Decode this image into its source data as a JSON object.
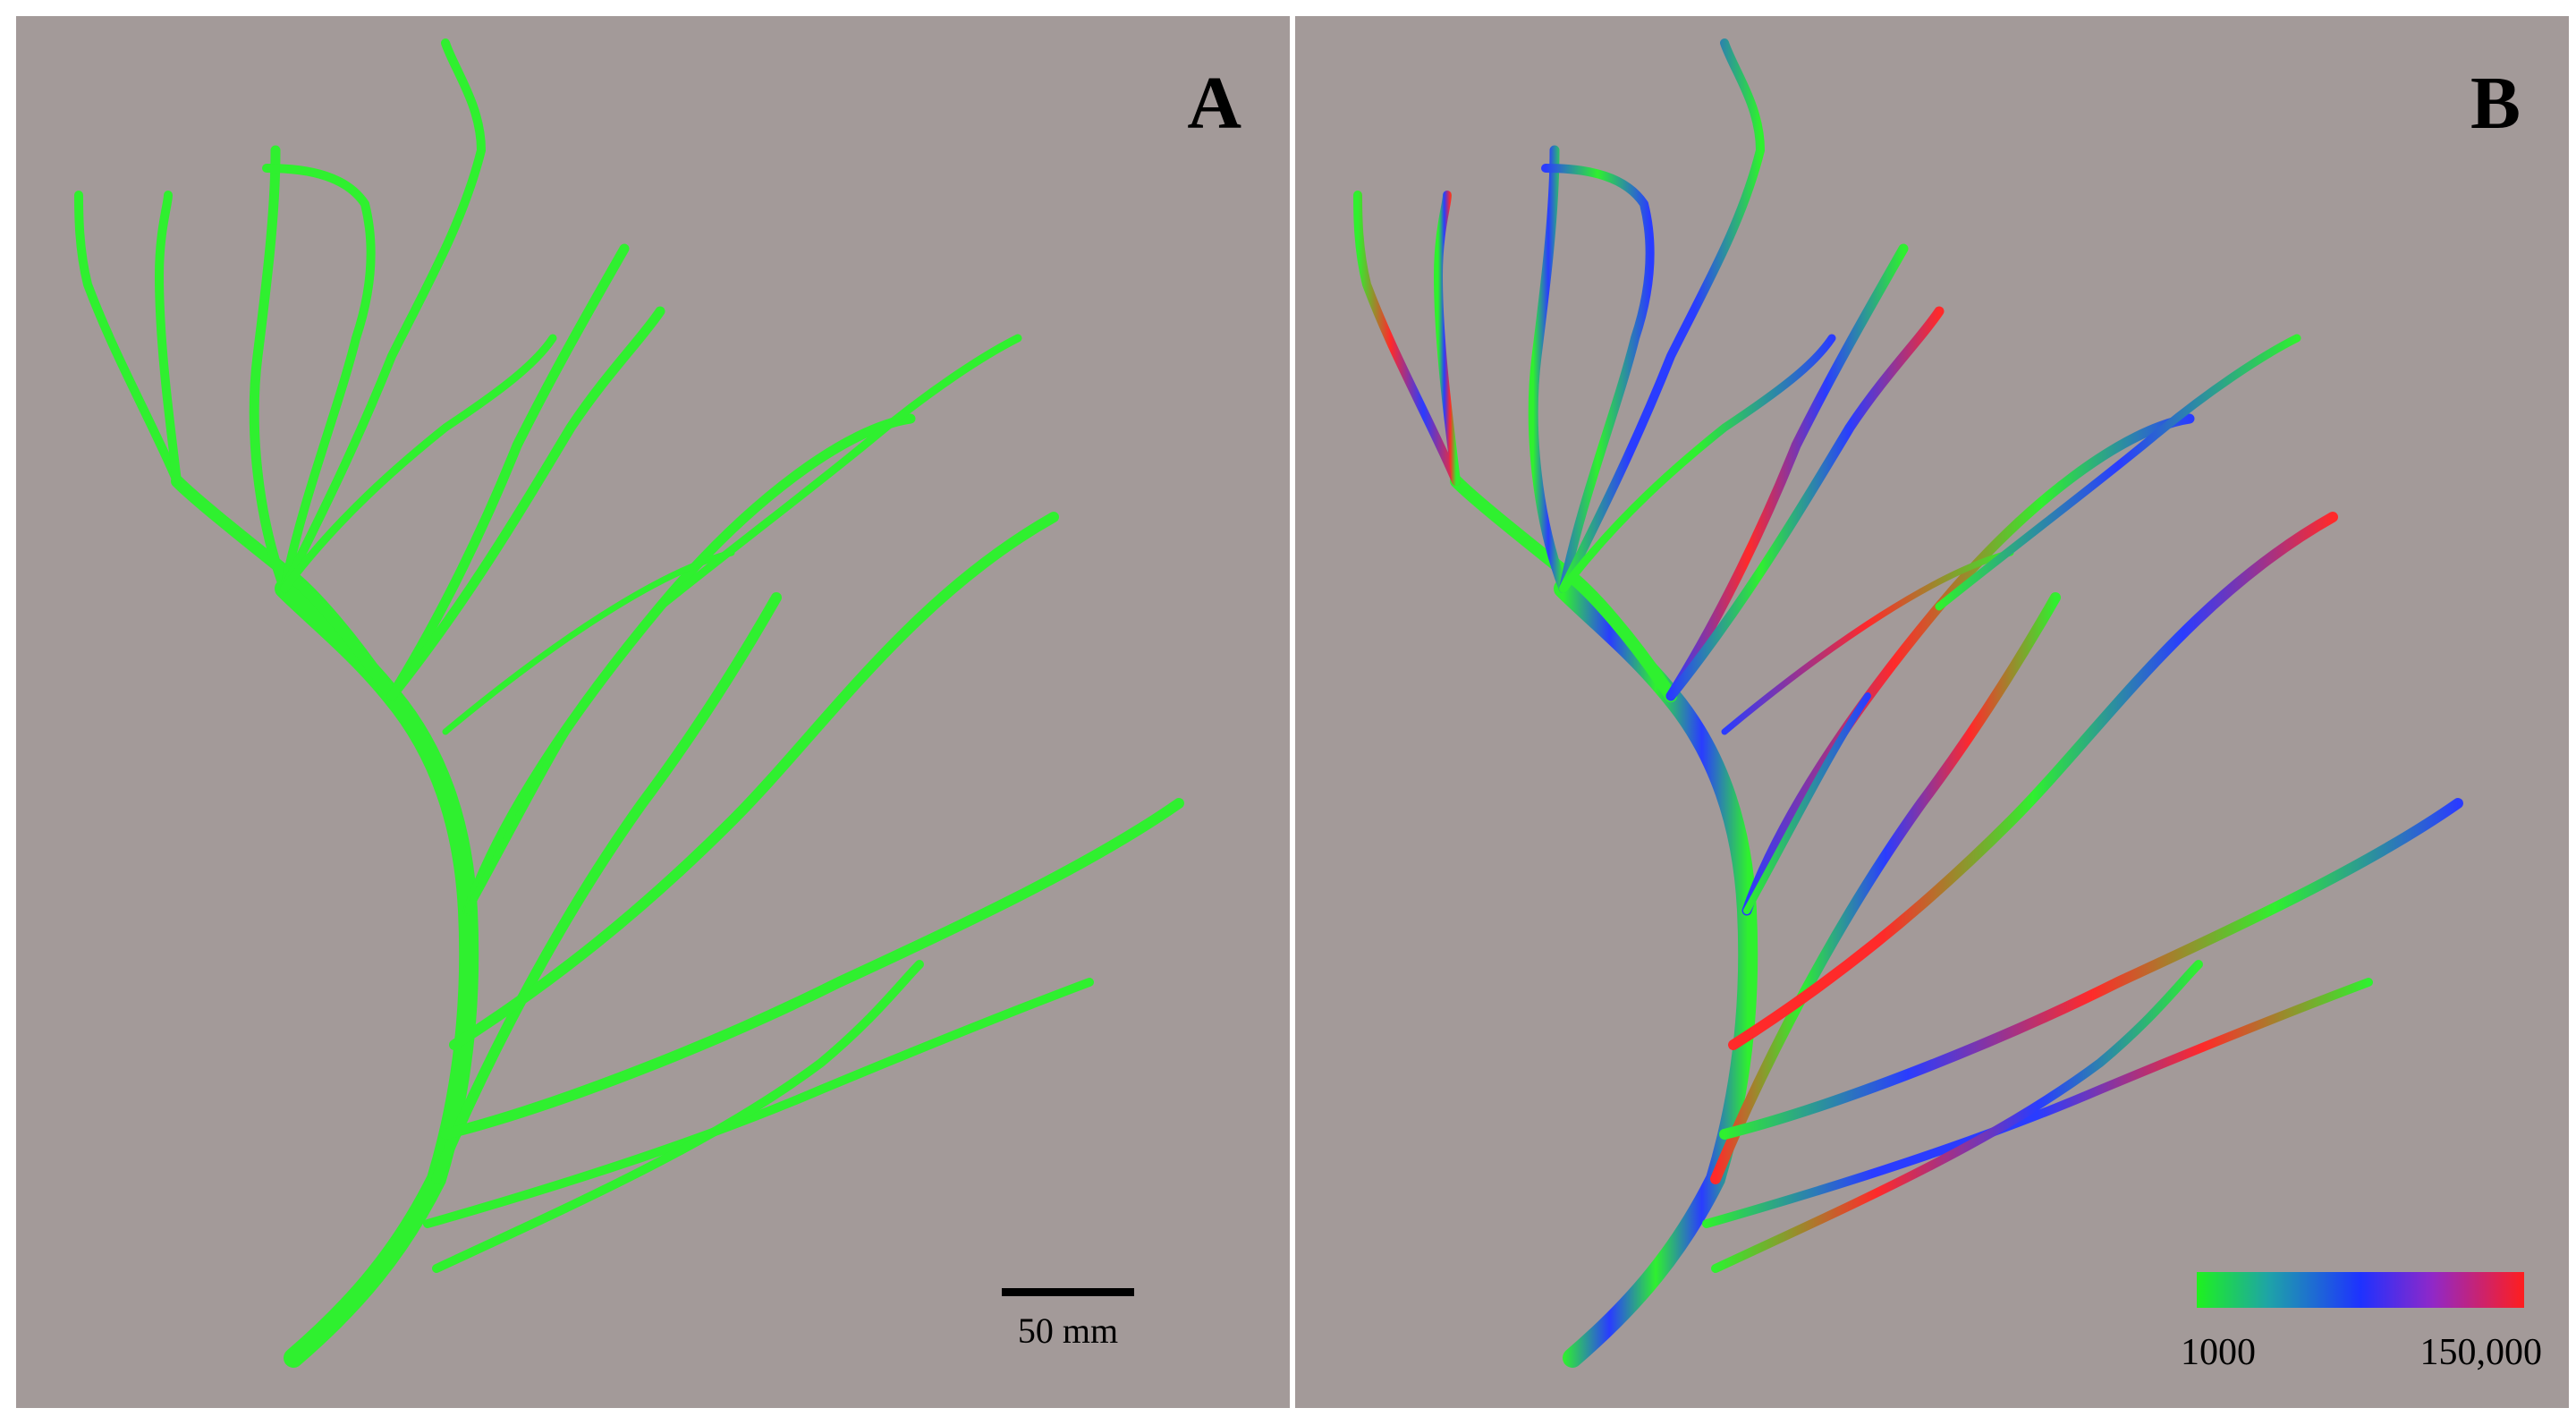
{
  "panels": [
    {
      "label": "A"
    },
    {
      "label": "B"
    }
  ],
  "scale_bar": {
    "label": "50 mm"
  },
  "color_scale": {
    "min_label": "1000",
    "max_label": "150,000",
    "colors": [
      "#1ef21e",
      "#1ea3a8",
      "#1e32ff",
      "#9028c8",
      "#ff1e1e"
    ]
  },
  "colors": {
    "background": "#a39a99",
    "vessel_base": "#2ff02f"
  }
}
